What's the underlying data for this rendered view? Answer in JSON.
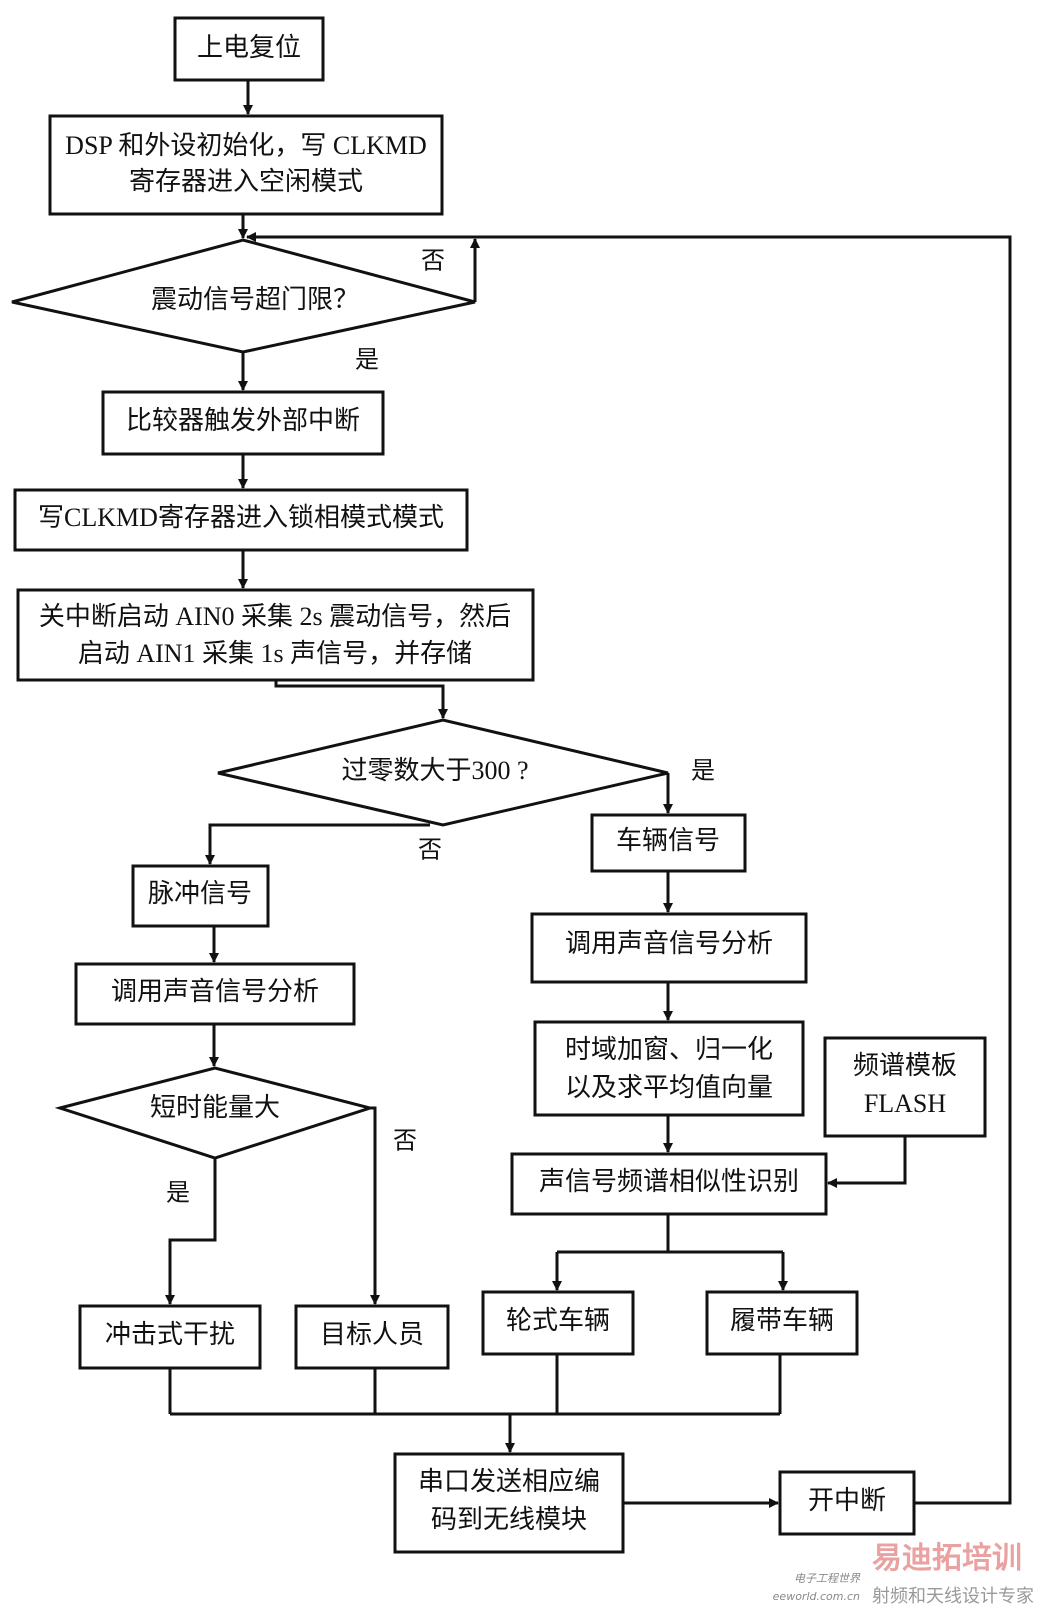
{
  "nodes": {
    "power_reset": "上电复位",
    "init_line1": "DSP 和外设初始化，写 CLKMD",
    "init_line2": "寄存器进入空闲模式",
    "vibration_check": "震动信号超门限？",
    "comparator": "比较器触发外部中断",
    "pll_mode": "写CLKMD寄存器进入锁相模式模式",
    "collect_line1": "关中断启动 AIN0 采集 2s 震动信号，然后",
    "collect_line2": "启动 AIN1 采集 1s 声信号，并存储",
    "zero_cross_check": "过零数大于300 ?",
    "vehicle_signal": "车辆信号",
    "pulse_signal": "脉冲信号",
    "sound_analysis_left": "调用声音信号分析",
    "sound_analysis_right": "调用声音信号分析",
    "window_line1": "时域加窗、归一化",
    "window_line2": "以及求平均值向量",
    "flash_line1": "频谱模板",
    "flash_line2": "FLASH",
    "similarity": "声信号频谱相似性识别",
    "energy_check": "短时能量大",
    "impact_interference": "冲击式干扰",
    "target_person": "目标人员",
    "wheeled_vehicle": "轮式车辆",
    "tracked_vehicle": "履带车辆",
    "serial_line1": "串口发送相应编",
    "serial_line2": "码到无线模块",
    "enable_interrupt": "开中断"
  },
  "edge_labels": {
    "vibration_no": "否",
    "vibration_yes": "是",
    "zero_cross_yes": "是",
    "zero_cross_no": "否",
    "energy_yes": "是",
    "energy_no": "否"
  },
  "watermark": {
    "brand": "易迪拓培训",
    "slogan": "射频和天线设计专家",
    "site": "eeworld.com.cn",
    "site_cn": "电子工程世界"
  }
}
